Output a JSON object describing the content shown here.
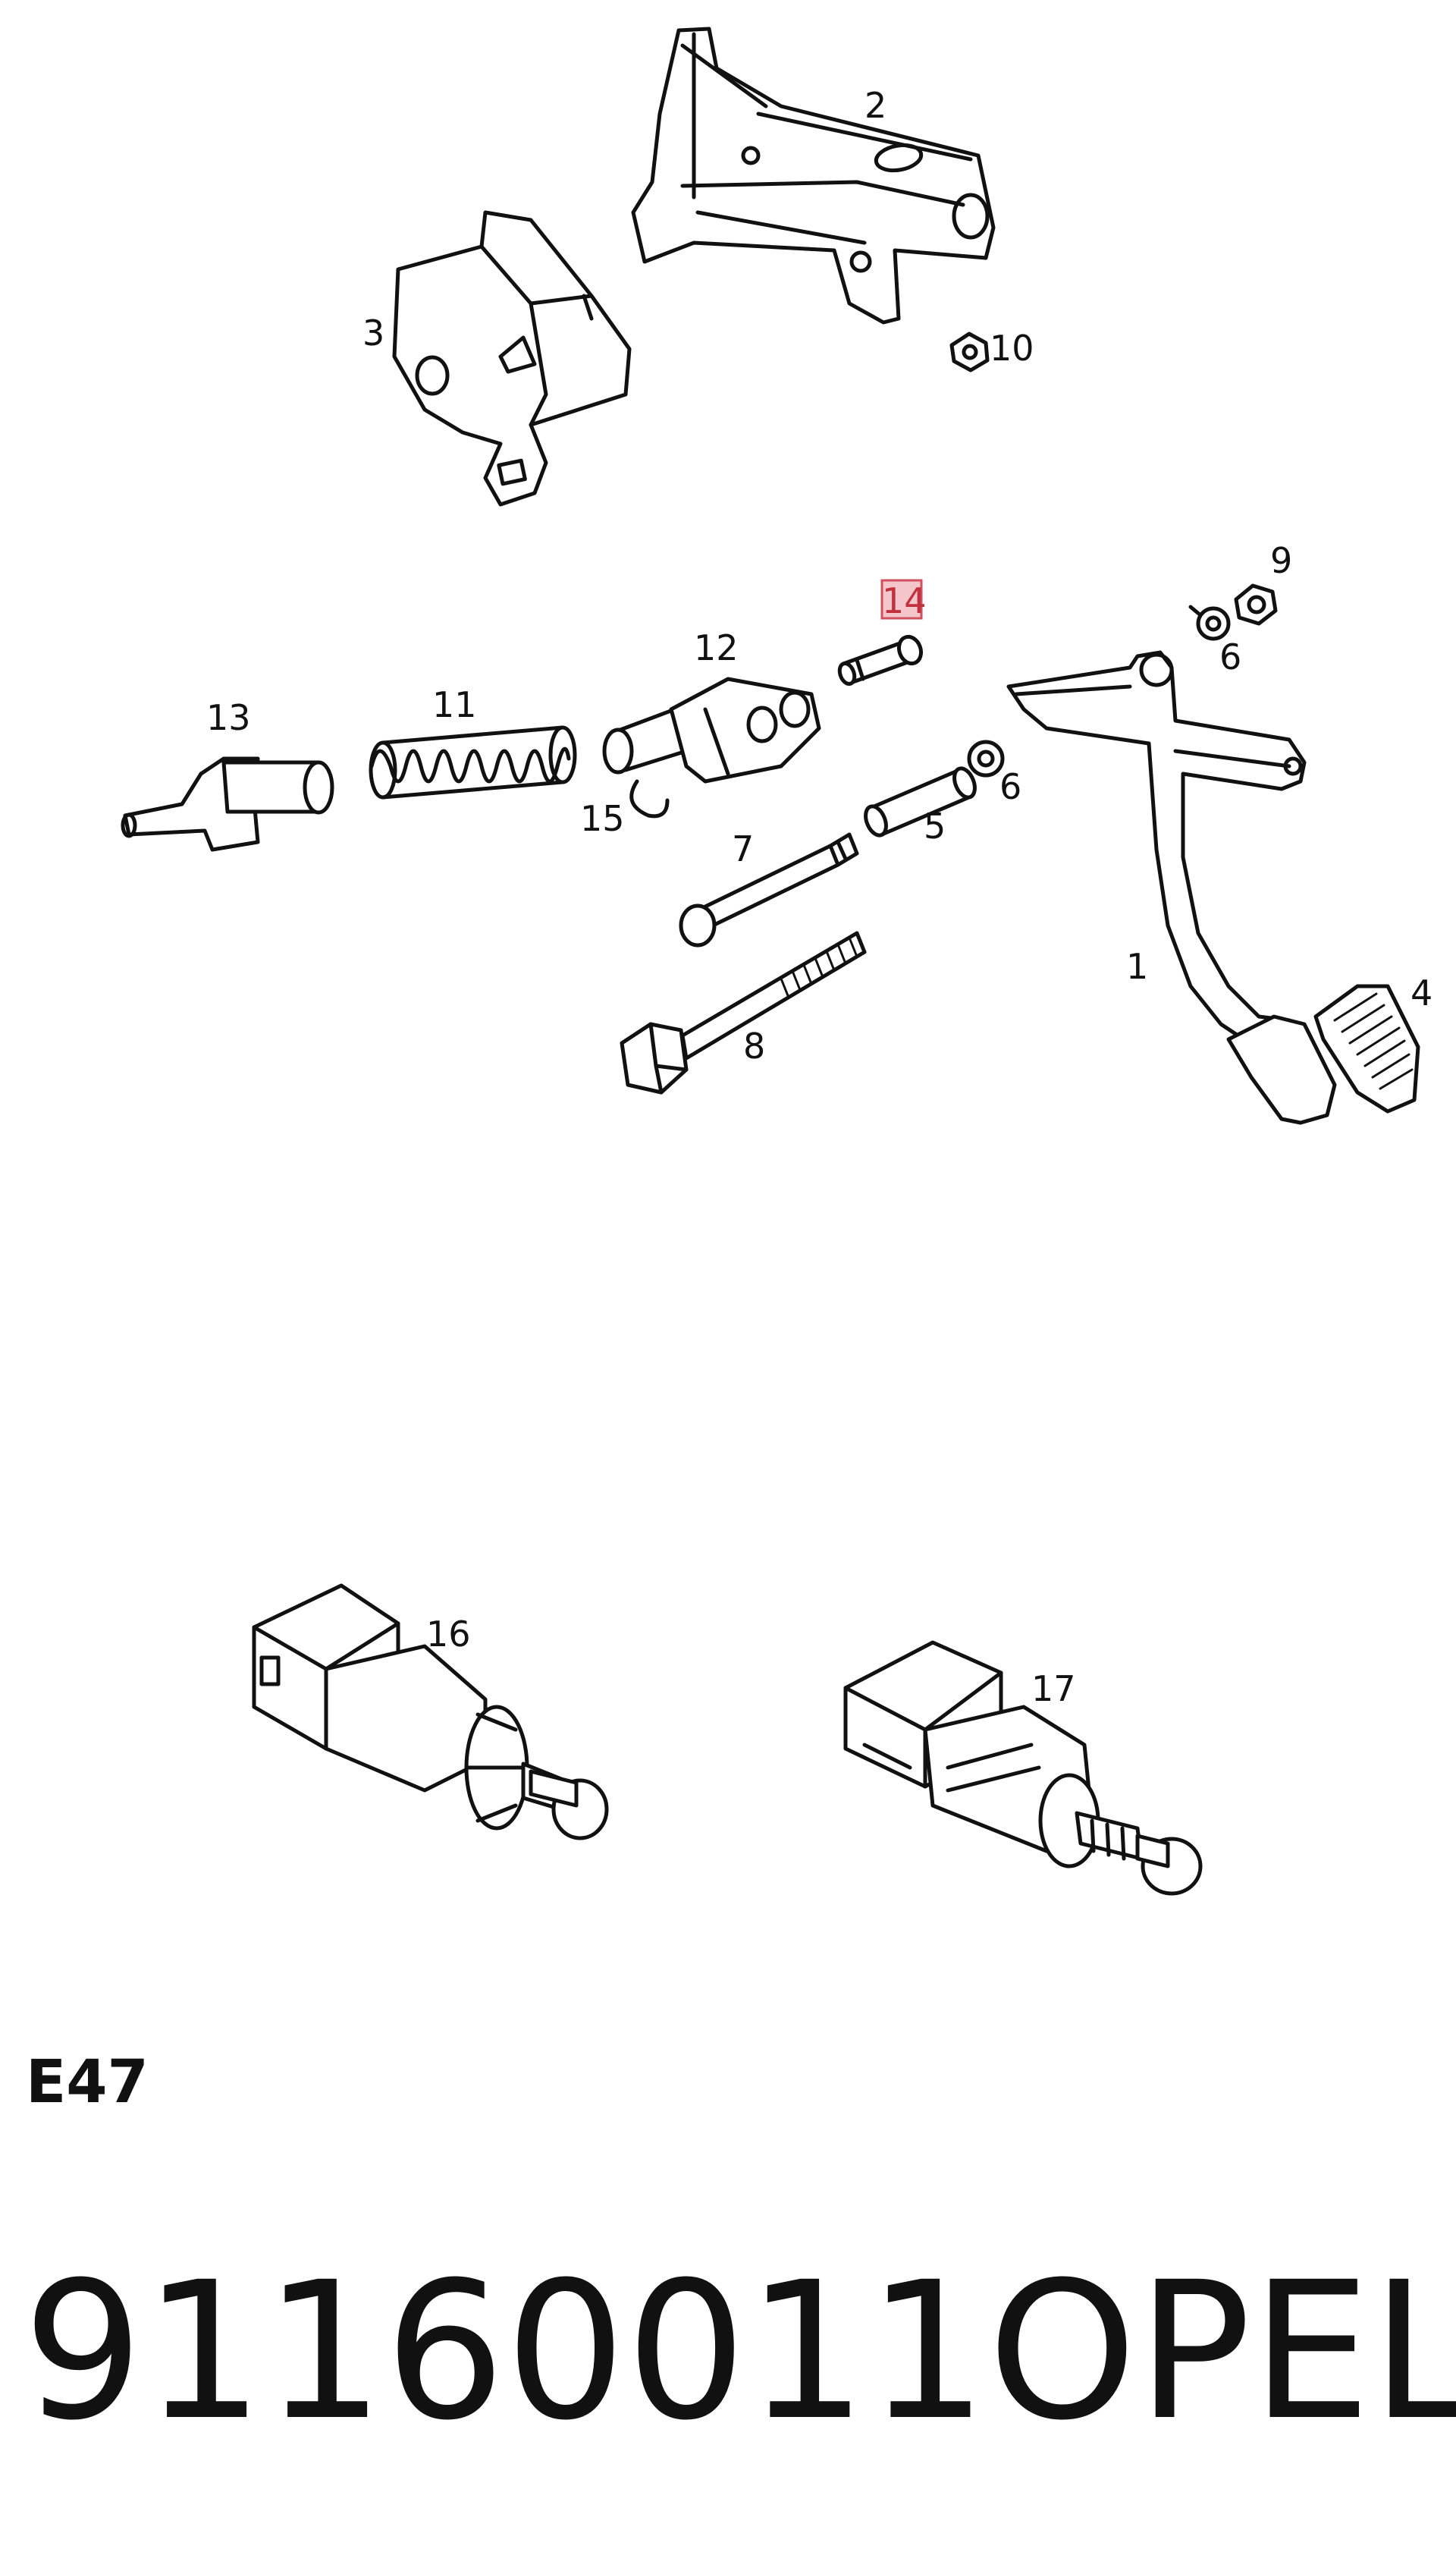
{
  "diagram": {
    "callouts": [
      {
        "id": "1",
        "label": "1"
      },
      {
        "id": "2",
        "label": "2"
      },
      {
        "id": "3",
        "label": "3"
      },
      {
        "id": "4",
        "label": "4"
      },
      {
        "id": "5",
        "label": "5"
      },
      {
        "id": "6a",
        "label": "6"
      },
      {
        "id": "6b",
        "label": "6"
      },
      {
        "id": "7",
        "label": "7"
      },
      {
        "id": "8",
        "label": "8"
      },
      {
        "id": "9",
        "label": "9"
      },
      {
        "id": "10",
        "label": "10"
      },
      {
        "id": "11",
        "label": "11"
      },
      {
        "id": "12",
        "label": "12"
      },
      {
        "id": "13",
        "label": "13"
      },
      {
        "id": "14",
        "label": "14",
        "highlighted": true
      },
      {
        "id": "15",
        "label": "15"
      },
      {
        "id": "16",
        "label": "16"
      },
      {
        "id": "17",
        "label": "17"
      }
    ],
    "highlight_color": "#f4c6cc",
    "highlight_border": "#d0505e",
    "code": "E47"
  },
  "footer": {
    "part_number": "91160011",
    "brand": "OPEL"
  }
}
